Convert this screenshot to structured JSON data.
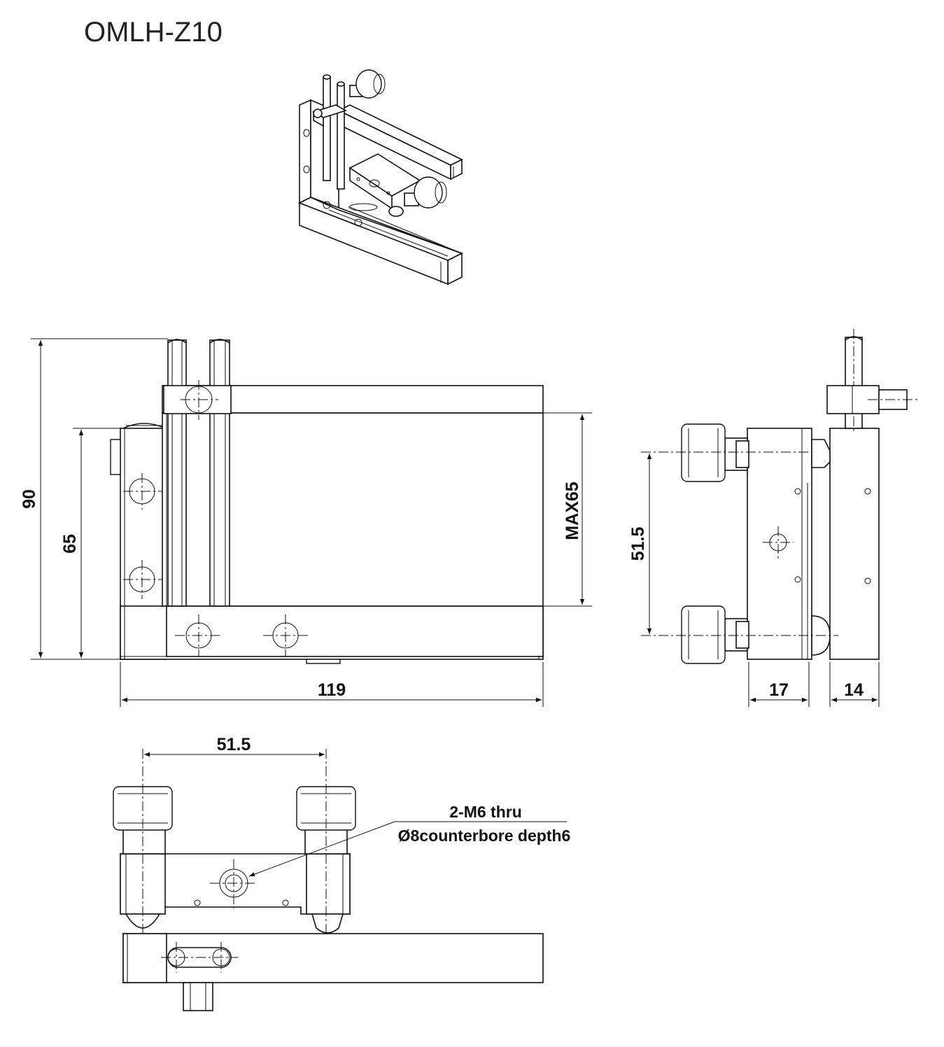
{
  "title": "OMLH-Z10",
  "front_view": {
    "dim_height_total": "90",
    "dim_height_body": "65",
    "dim_stroke": "MAX65",
    "dim_width": "119"
  },
  "side_view": {
    "dim_screw_pitch": "51.5",
    "dim_depth_a": "17",
    "dim_depth_b": "14"
  },
  "top_view": {
    "dim_screw_pitch": "51.5",
    "note_line1": "2-M6 thru",
    "note_line2": "Ø8counterbore depth6"
  }
}
